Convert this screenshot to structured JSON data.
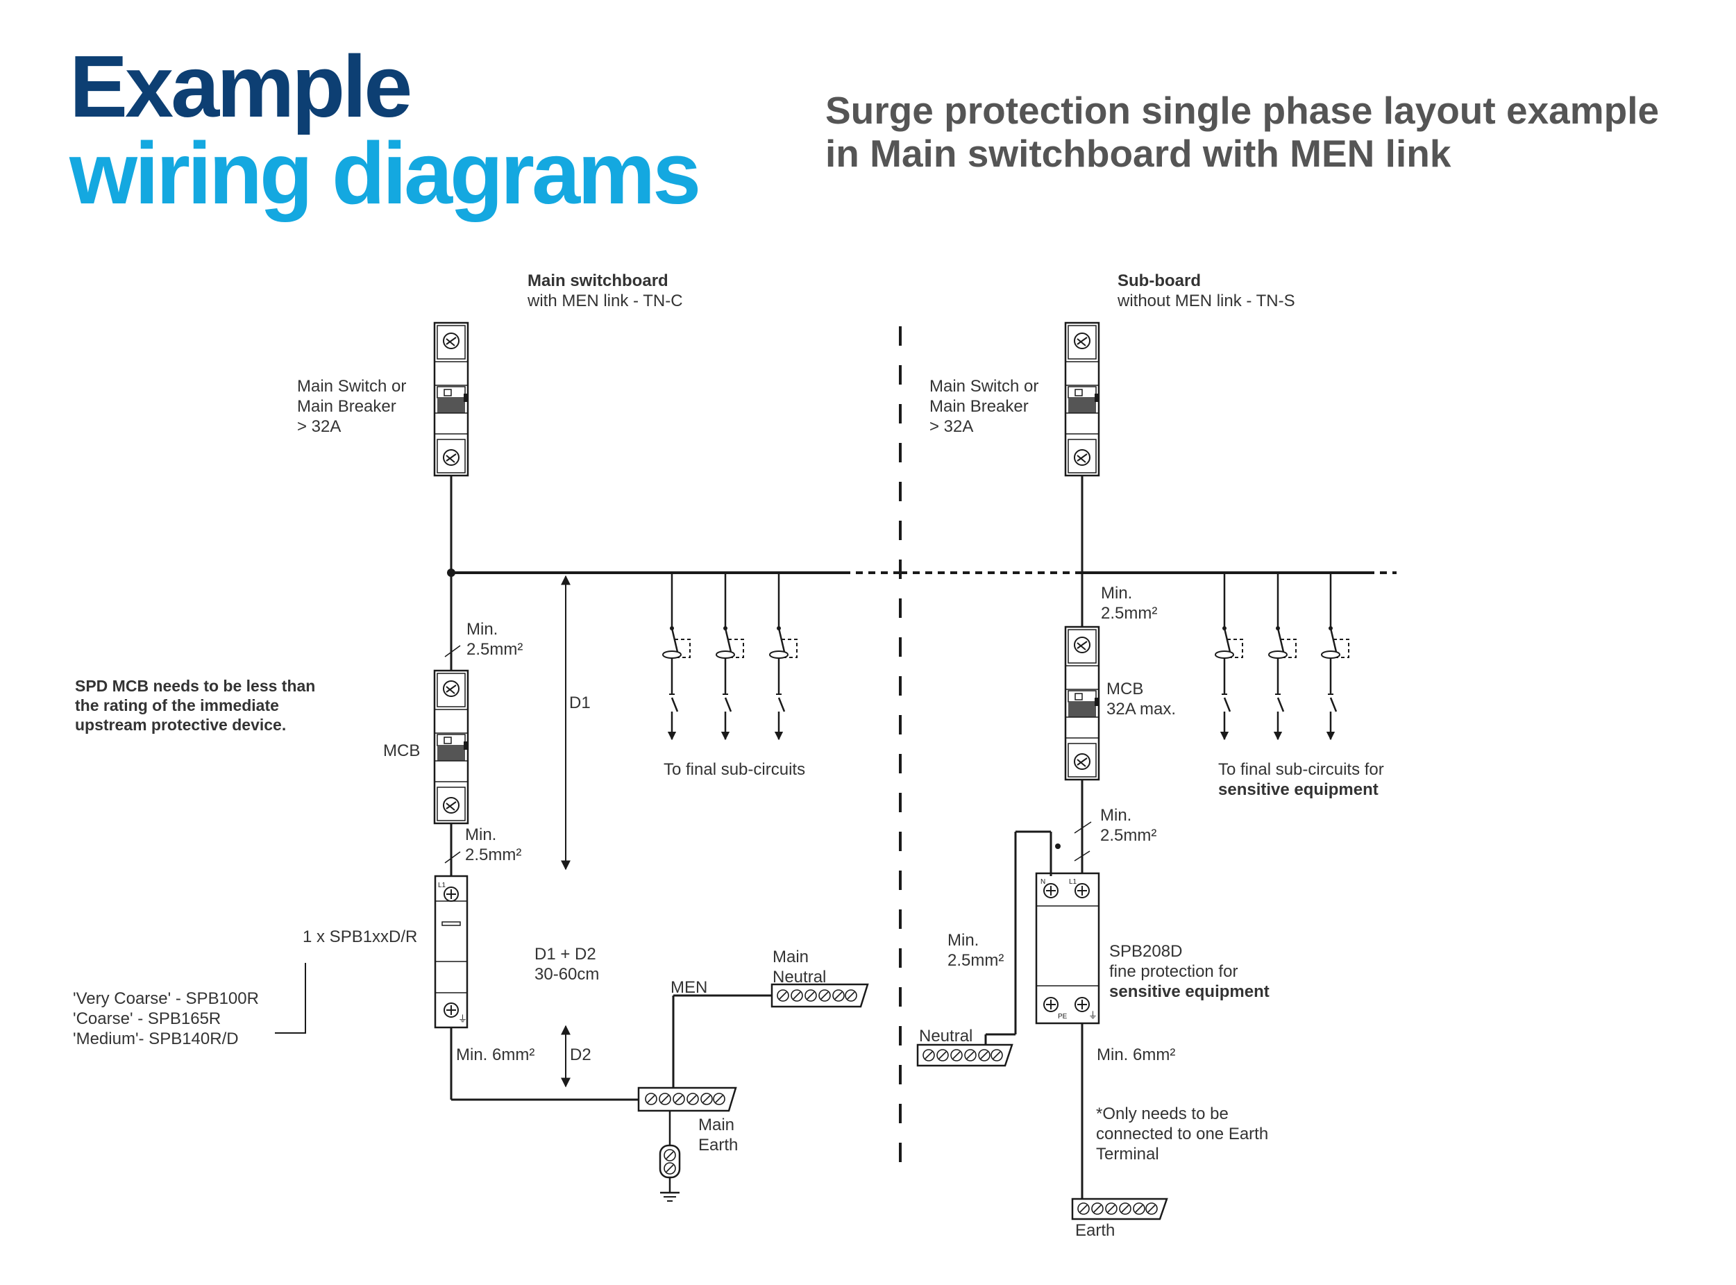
{
  "title": {
    "line1": "Example",
    "line2": "wiring diagrams"
  },
  "subtitle": {
    "line1": "Surge protection single phase layout example",
    "line2": "in Main switchboard with MEN link"
  },
  "colors": {
    "title_dark": "#0d3f73",
    "title_light": "#14a8e0",
    "subtitle": "#555555",
    "line": "#1a1a1a"
  },
  "main_board": {
    "heading": "Main switchboard",
    "subheading": "with MEN link - TN-C",
    "main_switch": [
      "Main Switch or",
      "Main Breaker",
      "> 32A"
    ],
    "min_a": [
      "Min.",
      "2.5mm²"
    ],
    "spd_note": [
      "SPD MCB needs to be less than",
      "the rating of the immediate",
      "upstream protective device."
    ],
    "mcb": "MCB",
    "min_b": [
      "Min.",
      "2.5mm²"
    ],
    "spd_device": "1 x SPB1xxD/R",
    "options": [
      "'Very Coarse' - SPB100R",
      "'Coarse' - SPB165R",
      "'Medium'- SPB140R/D"
    ],
    "d1": "D1",
    "d1d2": [
      "D1 + D2",
      "30-60cm"
    ],
    "min_c": "Min. 6mm²",
    "d2": "D2",
    "final": "To final sub-circuits",
    "men": "MEN",
    "neutral": [
      "Main",
      "Neutral"
    ],
    "earth": [
      "Main",
      "Earth"
    ],
    "terminal_l1": "L1"
  },
  "sub_board": {
    "heading": "Sub-board",
    "subheading": "without MEN link - TN-S",
    "main_switch": [
      "Main Switch or",
      "Main Breaker",
      "> 32A"
    ],
    "min_a": [
      "Min.",
      "2.5mm²"
    ],
    "mcb": [
      "MCB",
      "32A max."
    ],
    "min_b": [
      "Min.",
      "2.5mm²"
    ],
    "min_n": [
      "Min.",
      "2.5mm²"
    ],
    "device": [
      "SPB208D",
      "fine protection for",
      "sensitive equipment"
    ],
    "final": [
      "To final sub-circuits for",
      "sensitive equipment"
    ],
    "neutral": "Neutral",
    "min_c": "Min. 6mm²",
    "note": [
      "*Only needs to be",
      "connected to one Earth",
      "Terminal"
    ],
    "earth": "Earth",
    "terminal_n": "N",
    "terminal_l1": "L1",
    "terminal_pe": "PE"
  }
}
